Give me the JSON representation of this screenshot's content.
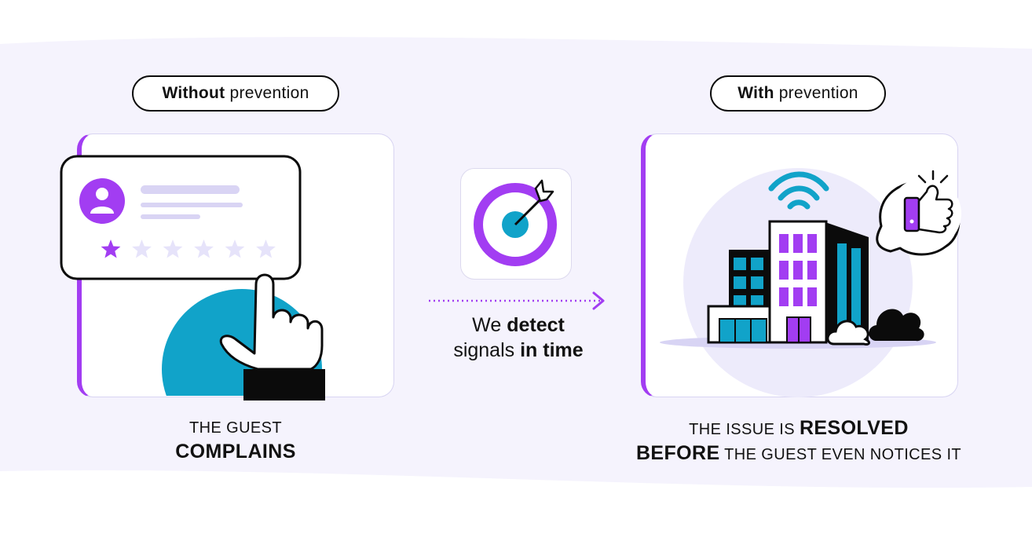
{
  "left": {
    "pill_bold": "Without",
    "pill_rest": "prevention",
    "caption_line1": "THE GUEST",
    "caption_line2": "COMPLAINS",
    "rating_filled": 1,
    "rating_total": 6
  },
  "middle": {
    "text_w1": "We",
    "text_b1": "detect",
    "text_w2": "signals",
    "text_b2": "in time"
  },
  "right": {
    "pill_bold": "With",
    "pill_rest": "prevention",
    "caption_pre": "THE ISSUE IS",
    "caption_bold1": "RESOLVED",
    "caption_bold2": "BEFORE",
    "caption_post": "THE GUEST EVEN NOTICES IT"
  },
  "colors": {
    "accent": "#a23df2",
    "teal": "#11a3c9",
    "band": "#f5f3fd",
    "lavender": "#e6e3fa",
    "dark": "#0b0b0b"
  }
}
